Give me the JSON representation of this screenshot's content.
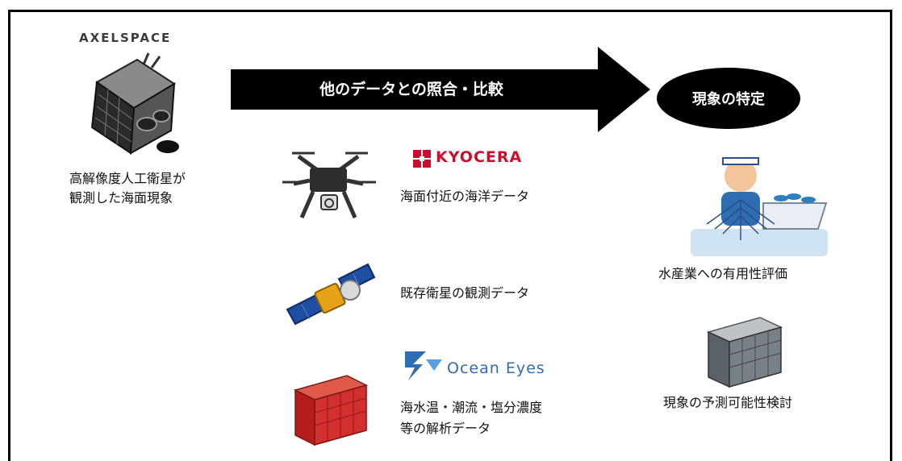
{
  "satellite": {
    "brand": "AXELSPACE",
    "caption_line1": "高解像度人工衛星が",
    "caption_line2": "観測した海面現象"
  },
  "arrow": {
    "label": "他のデータとの照合・比較"
  },
  "result": {
    "label": "現象の特定"
  },
  "sources": [
    {
      "brand": "KYOCERA",
      "label": "海面付近の海洋データ",
      "icon": "drone-icon"
    },
    {
      "label": "既存衛星の観測データ",
      "icon": "satellite-icon"
    },
    {
      "brand": "Ocean Eyes",
      "label_line1": "海水温・潮流・塩分濃度",
      "label_line2": "等の解析データ",
      "icon": "supercomputer-icon"
    }
  ],
  "outcomes": [
    {
      "label": "水産業への有用性評価",
      "icon": "fisherman-icon"
    },
    {
      "label": "現象の予測可能性検討",
      "icon": "server-icon"
    }
  ],
  "colors": {
    "black": "#000000",
    "kyocera_red": "#c8102e",
    "ocean_blue": "#2f6db3",
    "computer_red": "#c62828"
  }
}
